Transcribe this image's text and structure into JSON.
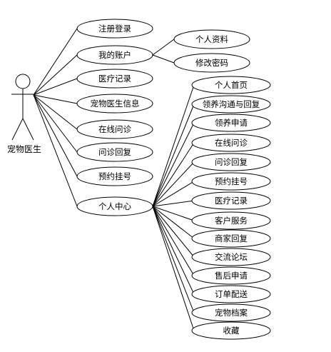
{
  "actor": {
    "label": "宠物医生"
  },
  "use_cases": [
    {
      "id": "register_login",
      "label": "注册登录"
    },
    {
      "id": "my_account",
      "label": "我的账户"
    },
    {
      "id": "medical_records",
      "label": "医疗记录"
    },
    {
      "id": "doctor_info",
      "label": "宠物医生信息"
    },
    {
      "id": "online_consult",
      "label": "在线问诊"
    },
    {
      "id": "consult_reply",
      "label": "问诊回复"
    },
    {
      "id": "appointment",
      "label": "预约挂号"
    },
    {
      "id": "personal_center",
      "label": "个人中心"
    }
  ],
  "account_items": [
    {
      "id": "profile",
      "label": "个人资料"
    },
    {
      "id": "change_password",
      "label": "修改密码"
    }
  ],
  "center_items": [
    {
      "id": "home",
      "label": "个人首页"
    },
    {
      "id": "adopt_comm",
      "label": "领养沟通与回复"
    },
    {
      "id": "adopt_apply",
      "label": "领养申请"
    },
    {
      "id": "online_consult2",
      "label": "在线问诊"
    },
    {
      "id": "consult_reply2",
      "label": "问诊回复"
    },
    {
      "id": "appointment2",
      "label": "预约挂号"
    },
    {
      "id": "medical_records2",
      "label": "医疗记录"
    },
    {
      "id": "customer_service",
      "label": "客户服务"
    },
    {
      "id": "merchant_reply",
      "label": "商家回复"
    },
    {
      "id": "forum",
      "label": "交流论坛"
    },
    {
      "id": "after_sales",
      "label": "售后申请"
    },
    {
      "id": "order_delivery",
      "label": "订单配送"
    },
    {
      "id": "pet_files",
      "label": "宠物档案"
    },
    {
      "id": "favorites",
      "label": "收藏"
    }
  ]
}
